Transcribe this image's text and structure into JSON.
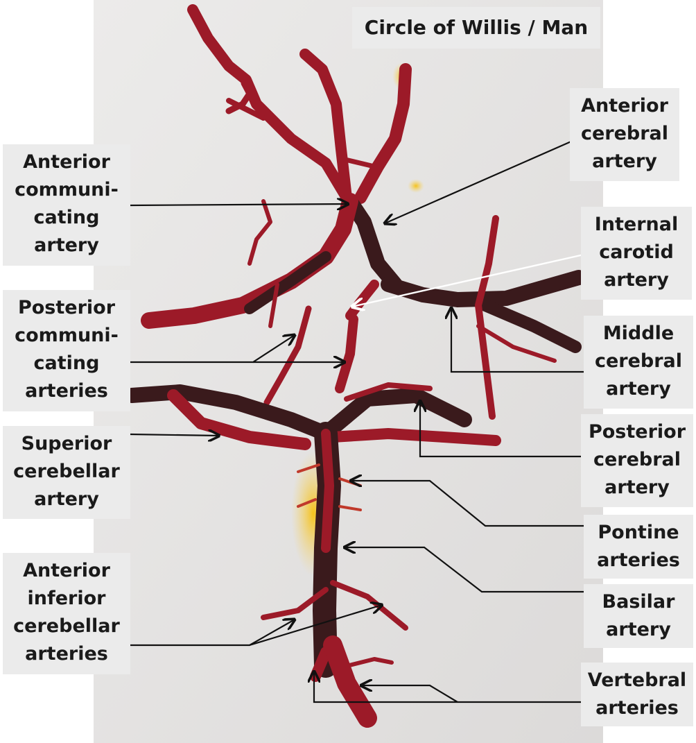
{
  "title": "Circle of Willis / Man",
  "labels": {
    "anterior_communicating": [
      "Anterior",
      "communi-",
      "cating",
      "artery"
    ],
    "posterior_communicating": [
      "Posterior",
      "communi-",
      "cating",
      "arteries"
    ],
    "superior_cerebellar": [
      "Superior",
      "cerebellar",
      "artery"
    ],
    "anterior_inferior_cerebellar": [
      "Anterior",
      "inferior",
      "cerebellar",
      "arteries"
    ],
    "anterior_cerebral": [
      "Anterior",
      "cerebral",
      "artery"
    ],
    "internal_carotid": [
      "Internal",
      "carotid",
      "artery"
    ],
    "middle_cerebral": [
      "Middle",
      "cerebral",
      "artery"
    ],
    "posterior_cerebral": [
      "Posterior",
      "cerebral",
      "artery"
    ],
    "pontine": [
      "Pontine",
      "arteries"
    ],
    "basilar": [
      "Basilar",
      "artery"
    ],
    "vertebral": [
      "Vertebral",
      "arteries"
    ]
  },
  "colors": {
    "artery": "#9c1a28",
    "artery_dark": "#3a1a1c",
    "background_paper": "#e6e4e3",
    "stain": "#f2c21a",
    "label_box": "#ebebeb",
    "leader_line": "#111111",
    "white_leader": "#ffffff"
  }
}
